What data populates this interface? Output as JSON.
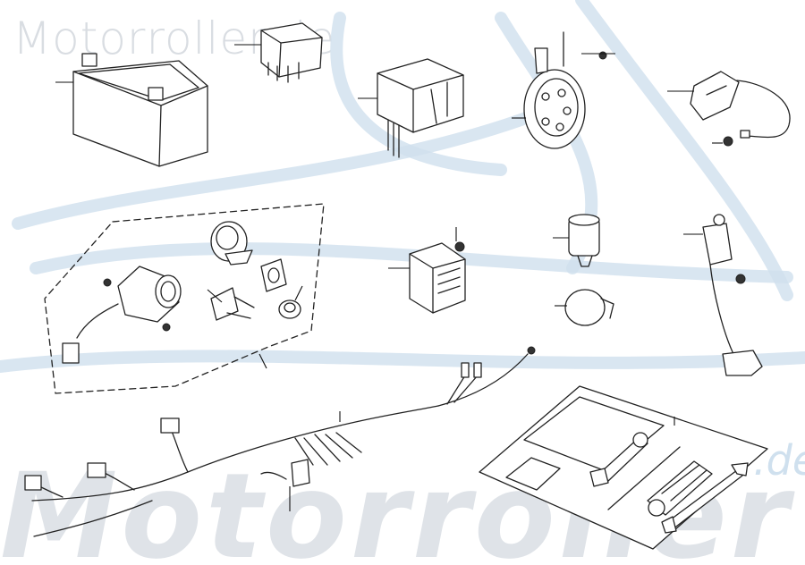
{
  "watermark": {
    "top_text": "Motorroller.de",
    "bottom_text": "Motorroller",
    "bottom_suffix": ".de",
    "color": "#d9dde2",
    "swoosh_color": "#cfe0ee"
  },
  "diagram": {
    "line_color": "#222222",
    "parts": [
      {
        "name": "battery"
      },
      {
        "name": "relay-small"
      },
      {
        "name": "starter-relay"
      },
      {
        "name": "horn"
      },
      {
        "name": "pickup-coil"
      },
      {
        "name": "ignition-lock-set"
      },
      {
        "name": "rectifier-regulator"
      },
      {
        "name": "flasher-relay"
      },
      {
        "name": "starter-relay-clamp"
      },
      {
        "name": "ignition-coil"
      },
      {
        "name": "wire-harness"
      },
      {
        "name": "tool-kit"
      }
    ]
  }
}
